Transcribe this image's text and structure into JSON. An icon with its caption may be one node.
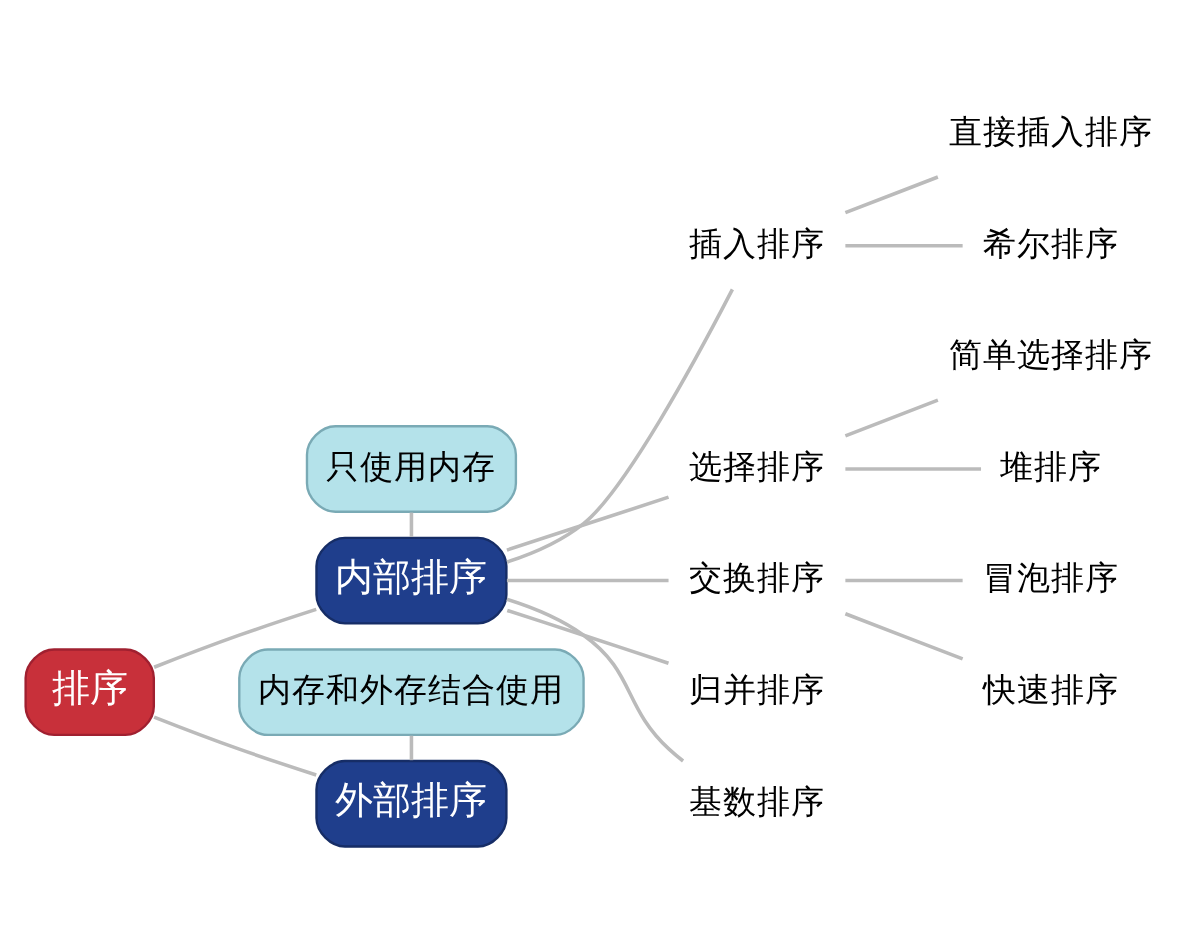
{
  "diagram": {
    "nodes": [
      {
        "text": [
          "排序"
        ]
      },
      {
        "text": [
          "只使用内存"
        ]
      },
      {
        "text": [
          "内部排序"
        ]
      },
      {
        "text": [
          "插入排序"
        ]
      },
      {
        "text": [
          "直接插入排序"
        ]
      },
      {
        "text": [
          "希尔排序"
        ]
      },
      {
        "text": [
          "选择排序"
        ]
      },
      {
        "text": [
          "简单选择排序"
        ]
      },
      {
        "text": [
          "堆排序"
        ]
      },
      {
        "text": [
          "交换排序"
        ]
      },
      {
        "text": [
          "冒泡排序"
        ]
      },
      {
        "text": [
          "快速排序"
        ]
      },
      {
        "text": [
          "归并排序"
        ]
      },
      {
        "text": [
          "基数排序"
        ]
      },
      {
        "text": [
          "内存和外存结合使用"
        ]
      },
      {
        "text": [
          "外部排序"
        ]
      }
    ],
    "edges": [
      {
        "from": 0,
        "to": 2,
        "arrow": "none"
      },
      {
        "from": 0,
        "to": 15,
        "arrow": "none"
      },
      {
        "from": 1,
        "to": 2,
        "arrow": "none"
      },
      {
        "from": 2,
        "to": 3,
        "arrow": "none"
      },
      {
        "from": 2,
        "to": 6,
        "arrow": "none"
      },
      {
        "from": 2,
        "to": 9,
        "arrow": "none"
      },
      {
        "from": 2,
        "to": 12,
        "arrow": "none"
      },
      {
        "from": 2,
        "to": 13,
        "arrow": "none"
      },
      {
        "from": 3,
        "to": 4,
        "arrow": "none"
      },
      {
        "from": 3,
        "to": 5,
        "arrow": "none"
      },
      {
        "from": 6,
        "to": 7,
        "arrow": "none"
      },
      {
        "from": 6,
        "to": 8,
        "arrow": "none"
      },
      {
        "from": 9,
        "to": 10,
        "arrow": "none"
      },
      {
        "from": 9,
        "to": 11,
        "arrow": "none"
      },
      {
        "from": 14,
        "to": 15,
        "arrow": "none"
      }
    ]
  }
}
